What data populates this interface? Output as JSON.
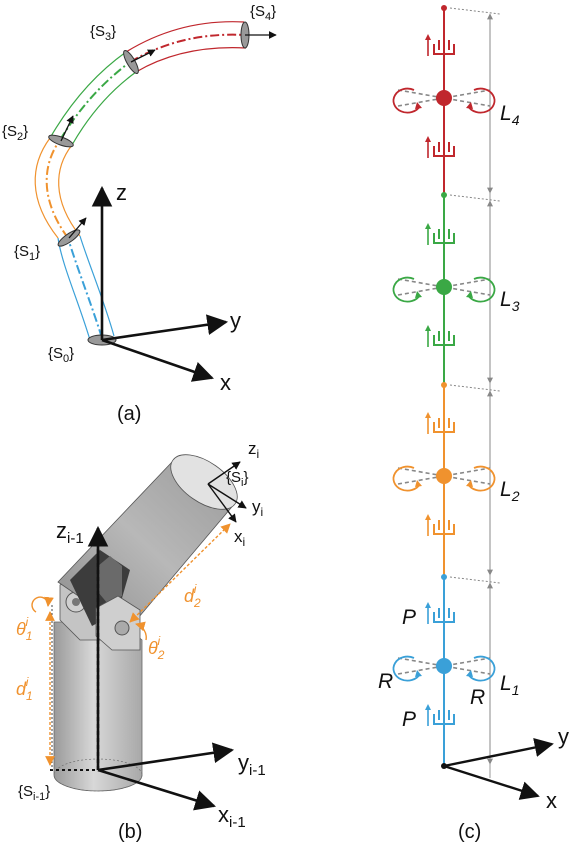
{
  "panels": {
    "a": {
      "caption": "(a)",
      "frames": [
        "{S",
        "0",
        "}",
        "{S",
        "1",
        "}",
        "{S",
        "2",
        "}",
        "{S",
        "3",
        "}",
        "{S",
        "4",
        "}"
      ],
      "axes": {
        "x": "x",
        "y": "y",
        "z": "z"
      }
    },
    "b": {
      "caption": "(b)",
      "frame_i": {
        "pre": "{S",
        "sub": "i",
        "post": "}"
      },
      "frame_prev": {
        "pre": "{S",
        "sub": "i-1",
        "post": "}"
      },
      "axis_z_prev": {
        "main": "z",
        "sub": "i-1"
      },
      "axis_y_prev": {
        "main": "y",
        "sub": "i-1"
      },
      "axis_x_prev": {
        "main": "x",
        "sub": "i-1"
      },
      "axis_z_i": {
        "main": "z",
        "sub": "i"
      },
      "axis_y_i": {
        "main": "y",
        "sub": "i"
      },
      "axis_x_i": {
        "main": "x",
        "sub": "i"
      },
      "theta1": {
        "main": "θ",
        "sub": "1",
        "sup": "i"
      },
      "theta2": {
        "main": "θ",
        "sub": "2",
        "sup": "i"
      },
      "d1": {
        "main": "d",
        "sub": "1",
        "sup": "i"
      },
      "d2": {
        "main": "d",
        "sub": "2",
        "sup": "i"
      }
    },
    "c": {
      "caption": "(c)",
      "segments": [
        {
          "main": "L",
          "sub": "4",
          "color": "#c0272d"
        },
        {
          "main": "L",
          "sub": "3",
          "color": "#3aa845"
        },
        {
          "main": "L",
          "sub": "2",
          "color": "#f0922e"
        },
        {
          "main": "L",
          "sub": "1",
          "color": "#3aa0d8"
        }
      ],
      "joint_labels": {
        "prismatic": "P",
        "revolute": "R"
      },
      "axes": {
        "x": "x",
        "y": "y"
      }
    }
  }
}
